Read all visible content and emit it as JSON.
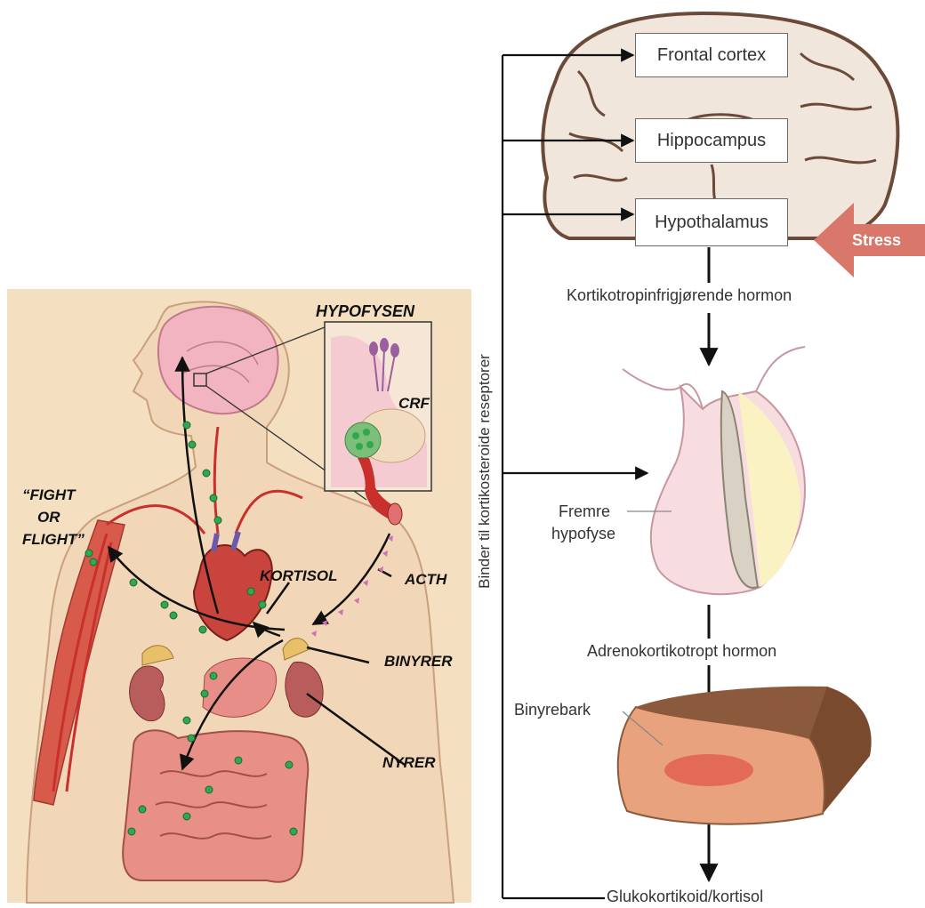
{
  "left_panel": {
    "labels": {
      "hypofysen": "HYPOFYSEN",
      "crf": "CRF",
      "fight1": "“FIGHT",
      "fight2": "OR",
      "fight3": "FLIGHT”",
      "kortisol": "KORTISOL",
      "acth": "ACTH",
      "binyrer": "BINYRER",
      "nyrer": "NYRER"
    },
    "colors": {
      "background": "#f4dfc0",
      "skin": "#f2d6b8",
      "skin_outline": "#c9a07e",
      "brain": "#f2b4c0",
      "blood_vessel": "#c9302c",
      "heart": "#c8443c",
      "intestine": "#e89088",
      "kidney": "#b85c5c",
      "adrenal": "#e8c06a",
      "cortisol_dot": "#2fa84f",
      "acth_triangle": "#d070b8"
    }
  },
  "right_panel": {
    "boxes": {
      "frontal": "Frontal cortex",
      "hippocampus": "Hippocampus",
      "hypothalamus": "Hypothalamus"
    },
    "stress": "Stress",
    "crh": "Kortikotropinfrigjørende hormon",
    "fremre1": "Fremre",
    "fremre2": "hypofyse",
    "acth": "Adrenokortikotropt hormon",
    "binyrebark": "Binyrebark",
    "output": "Glukokortikoid/kortisol",
    "feedback": "Binder til kortikosteroide reseptorer",
    "colors": {
      "brain_fill": "#f0e6dc",
      "brain_outline": "#6b4a3a",
      "stress_arrow": "#d9776a",
      "pituitary": "#f7dde0",
      "pituitary_stalk": "#d9d2c4",
      "pituitary_yellow": "#fbf2c4",
      "adrenal_top": "#8b5a3c",
      "adrenal_front": "#e8a27e",
      "adrenal_core": "#e36a56"
    }
  }
}
